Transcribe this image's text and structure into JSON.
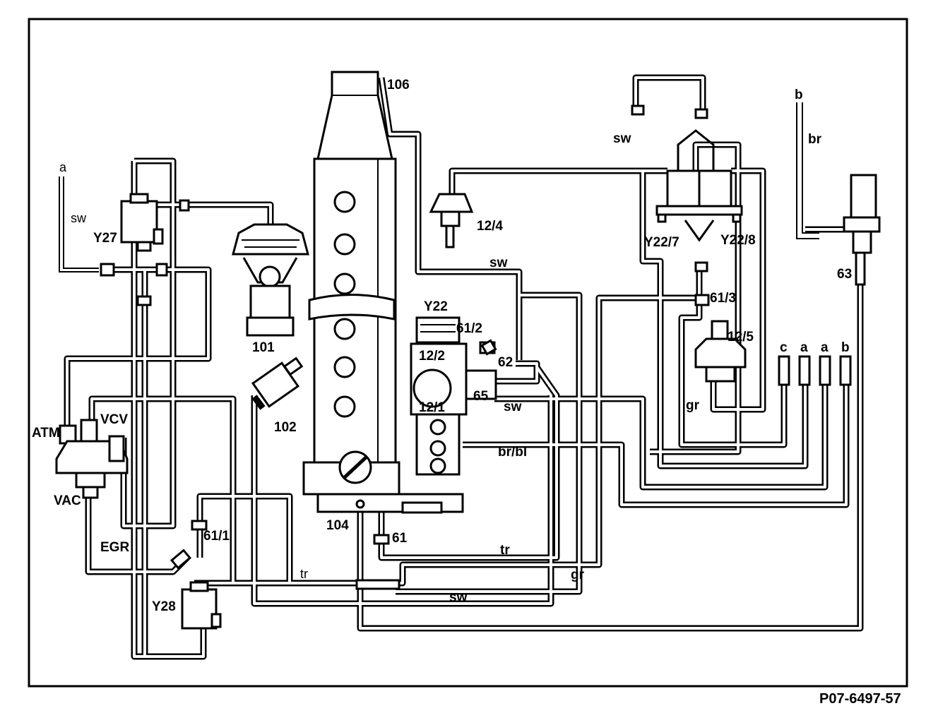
{
  "figure_code": "P07-6497-57",
  "components": {
    "y27": "Y27",
    "y28": "Y28",
    "y22": "Y22",
    "y22_7": "Y22/7",
    "y22_8": "Y22/8",
    "p101": "101",
    "p102": "102",
    "p104": "104",
    "p106": "106",
    "p12_4": "12/4",
    "p12_5": "12/5",
    "p12_2": "12/2",
    "p12_1": "12/1",
    "p61": "61",
    "p61_1": "61/1",
    "p61_2": "61/2",
    "p61_3": "61/3",
    "p62": "62",
    "p63": "63",
    "p65": "65"
  },
  "ports": {
    "atm": "ATM",
    "vcv": "VCV",
    "vac": "VAC",
    "egr": "EGR"
  },
  "wire_labels": {
    "a_left": "a",
    "sw_left": "sw",
    "sw_mid": "sw",
    "sw_right_top": "sw",
    "sw_65": "sw",
    "sw_bottom": "sw",
    "br_bl": "br/bl",
    "tr_bottom": "tr",
    "tr_lower_left": "tr",
    "gr_bottom": "gr",
    "gr_right": "gr",
    "b_top": "b",
    "br_top": "br"
  },
  "connectors": [
    "c",
    "a",
    "a",
    "b"
  ]
}
